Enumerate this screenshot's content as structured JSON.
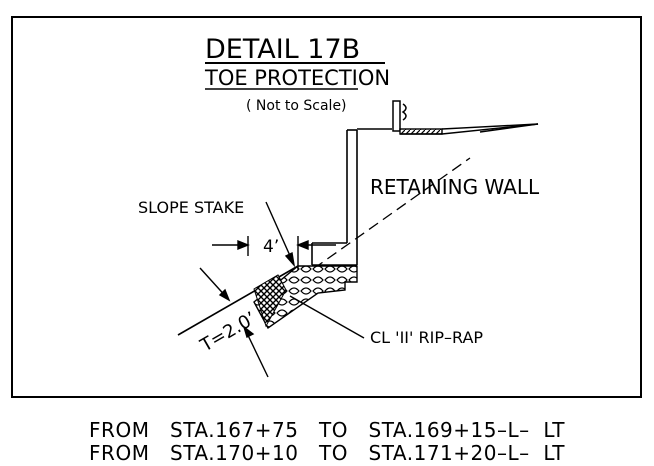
{
  "detail": {
    "title": "DETAIL 17B",
    "subtitle": "TOE PROTECTION",
    "scale_note": "( Not to  Scale)"
  },
  "labels": {
    "retaining_wall": "RETAINING  WALL",
    "slope_stake": "SLOPE  STAKE",
    "offset": "4’",
    "thickness": "T=2.0’",
    "riprap": "CL  'II'  RIP–RAP"
  },
  "stations": [
    "FROM   STA.167+75   TO   STA.169+15–L–  LT",
    "FROM   STA.170+10   TO   STA.171+20–L–  LT"
  ]
}
